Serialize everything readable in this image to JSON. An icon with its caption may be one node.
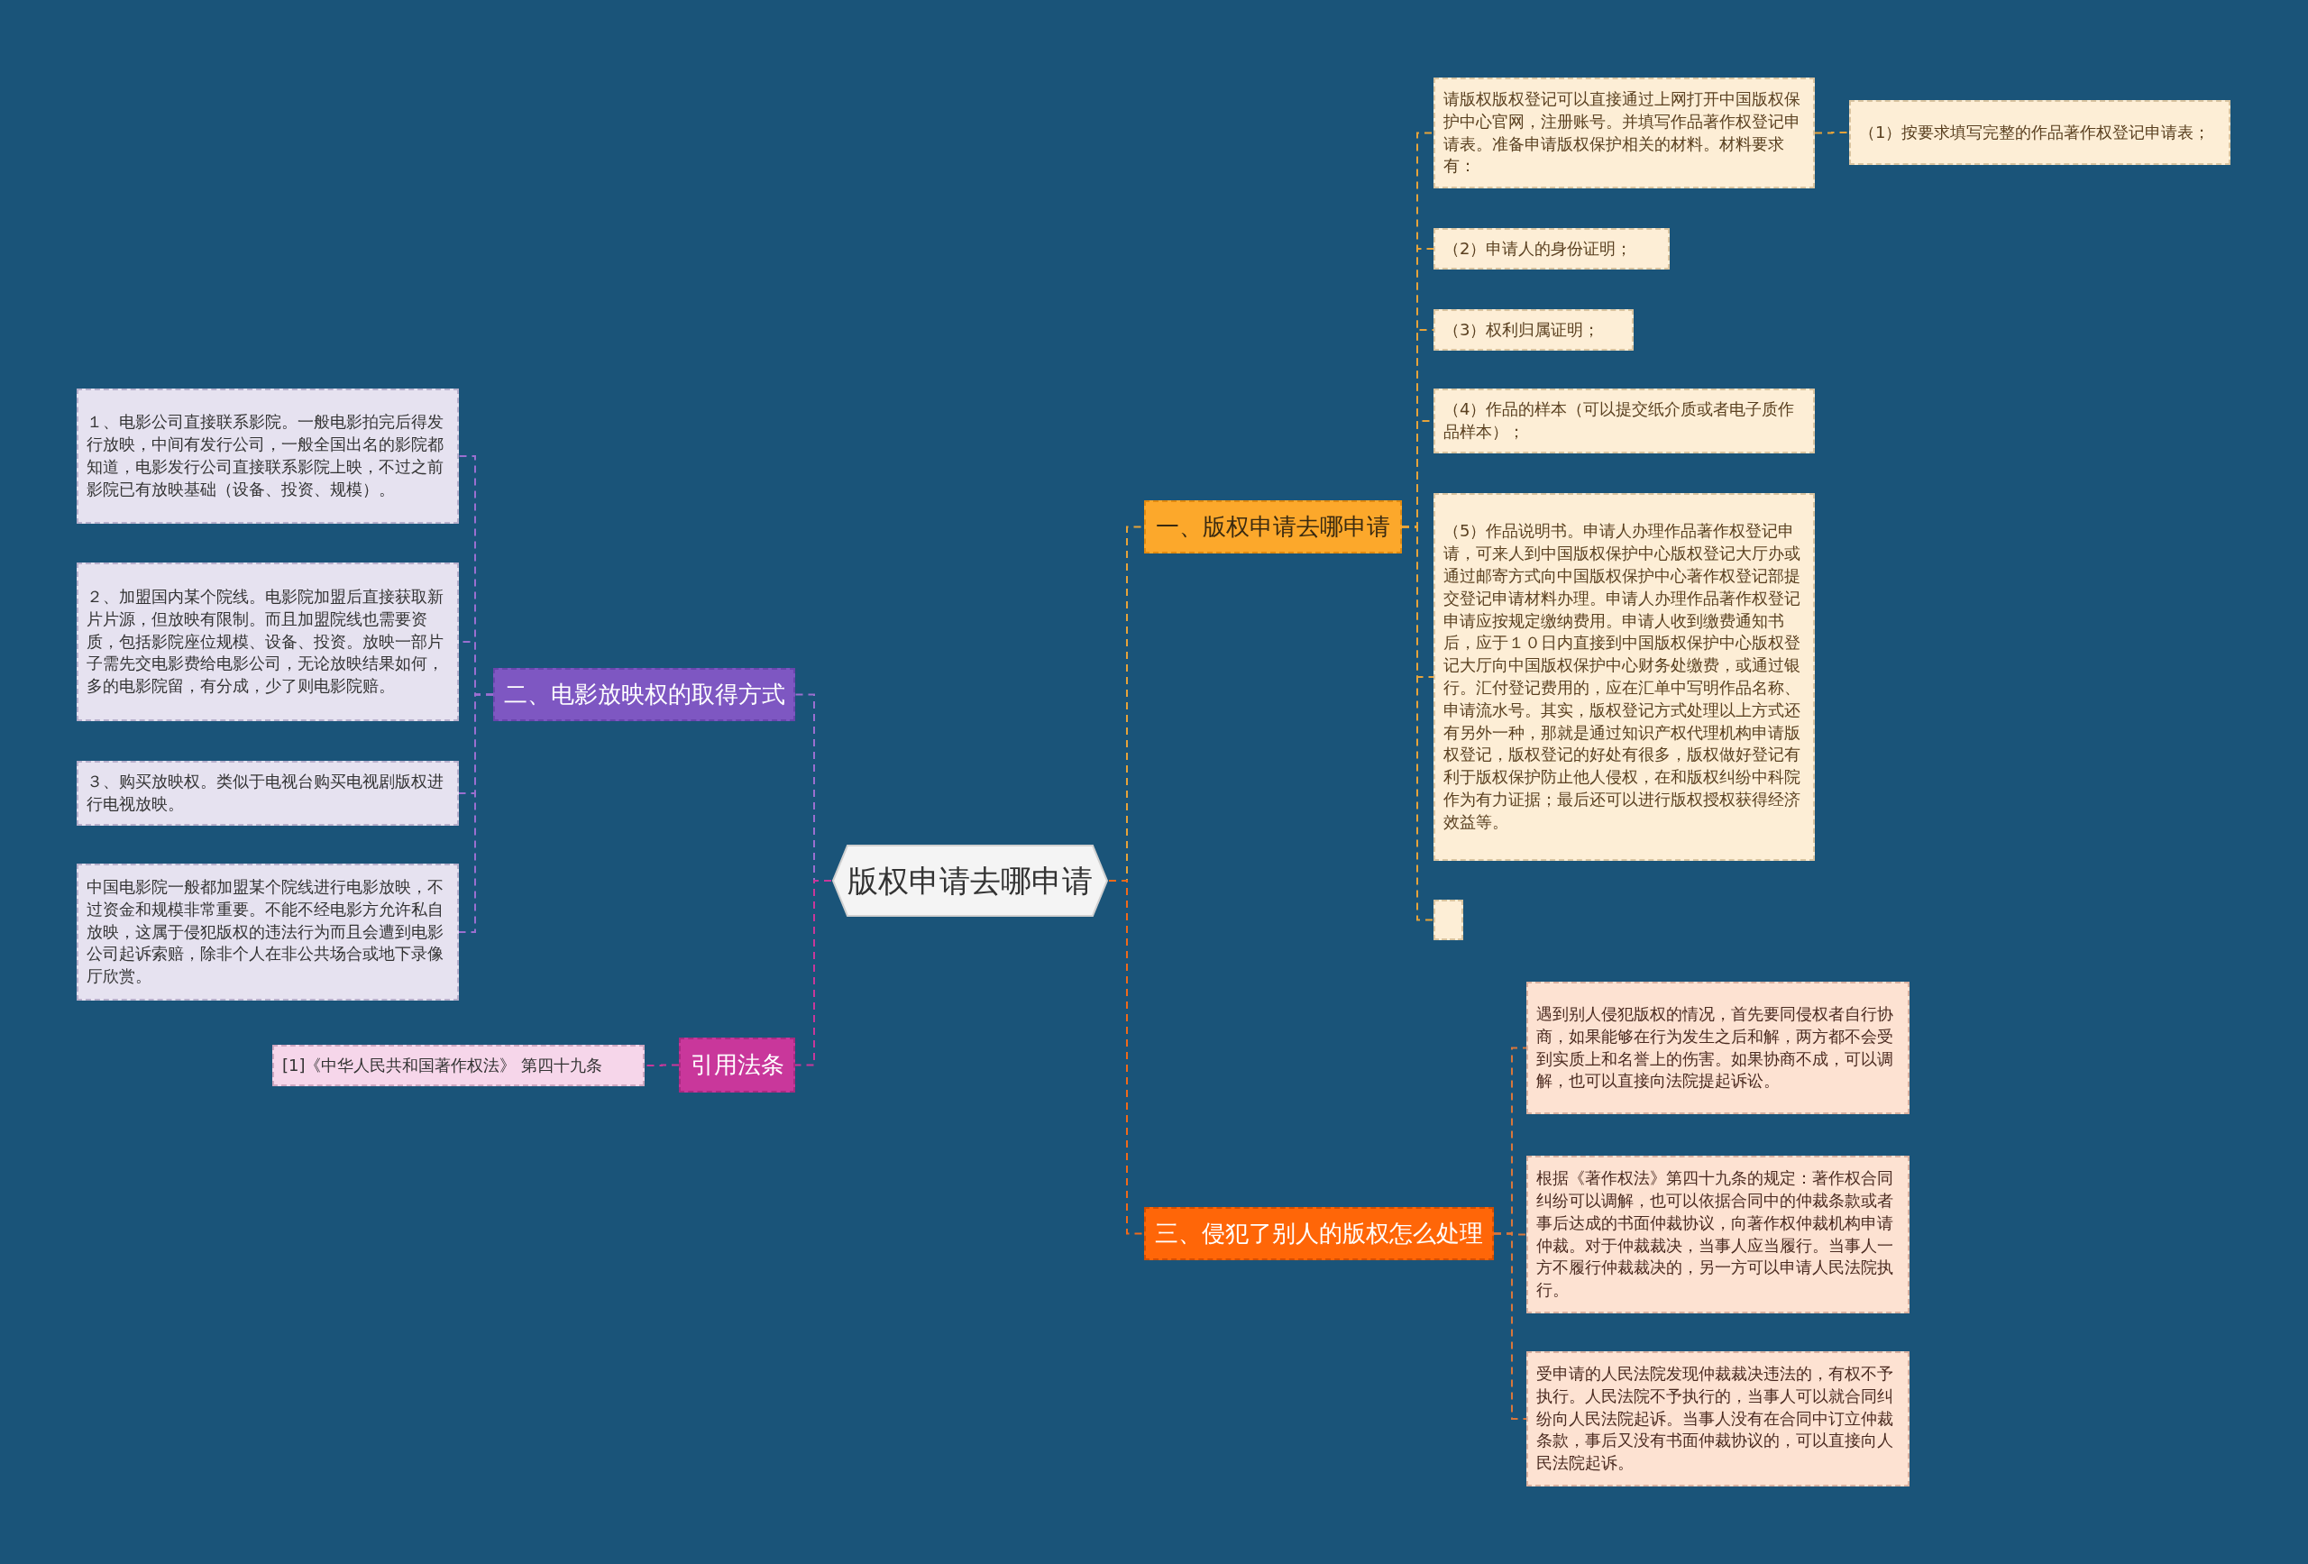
{
  "diagram": {
    "nodes": [
      {
        "text": [
          "版权申请去哪申请"
        ]
      },
      {
        "text": [
          "一、版权申请去哪申请"
        ]
      },
      {
        "text": [
          "请版权版权登记可以直接通过上网打开中国版权保护中心官网，注册账号。并填写作品著作权登记申请表。准备申请版权保护相关的材料。材料要求有："
        ]
      },
      {
        "text": [
          "（1）按要求填写完整的作品著作权登记申请表；"
        ]
      },
      {
        "text": [
          "（2）申请人的身份证明；"
        ]
      },
      {
        "text": [
          "（3）权利归属证明；"
        ]
      },
      {
        "text": [
          "（4）作品的样本（可以提交纸介质或者电子质作品样本）；"
        ]
      },
      {
        "text": [
          "（5）作品说明书。申请人办理作品著作权登记申请，可来人到中国版权保护中心版权登记大厅办或通过邮寄方式向中国版权保护中心著作权登记部提交登记申请材料办理。申请人办理作品著作权登记申请应按规定缴纳费用。申请人收到缴费通知书后，应于１０日内直接到中国版权保护中心版权登记大厅向中国版权保护中心财务处缴费，或通过银行。汇付登记费用的，应在汇单中写明作品名称、申请流水号。其实，版权登记方式处理以上方式还有另外一种，那就是通过知识产权代理机构申请版权登记，版权登记的好处有很多，版权做好登记有利于版权保护防止他人侵权，在和版权纠纷中科院作为有力证据；最后还可以进行版权授权获得经济效益等。"
        ]
      },
      {
        "text": [],
        "shape": "box"
      },
      {
        "text": [
          "三、侵犯了别人的版权怎么处理"
        ]
      },
      {
        "text": [
          "遇到别人侵犯版权的情况，首先要同侵权者自行协商，如果能够在行为发生之后和解，两方都不会受到实质上和名誉上的伤害。如果协商不成，可以调解，也可以直接向法院提起诉讼。"
        ]
      },
      {
        "text": [
          "根据《著作权法》第四十九条的规定：著作权合同纠纷可以调解，也可以依据合同中的仲裁条款或者事后达成的书面仲裁协议，向著作权仲裁机构申请仲裁。对于仲裁裁决，当事人应当履行。当事人一方不履行仲裁裁决的，另一方可以申请人民法院执行。"
        ]
      },
      {
        "text": [
          "受申请的人民法院发现仲裁裁决违法的，有权不予执行。人民法院不予执行的，当事人可以就合同纠纷向人民法院起诉。当事人没有在合同中订立仲裁条款，事后又没有书面仲裁协议的，可以直接向人民法院起诉。"
        ]
      },
      {
        "text": [
          "二、电影放映权的取得方式"
        ]
      },
      {
        "text": [
          "１、电影公司直接联系影院。一般电影拍完后得发行放映，中间有发行公司，一般全国出名的影院都知道，电影发行公司直接联系影院上映，不过之前影院已有放映基础（设备、投资、规模）。"
        ]
      },
      {
        "text": [
          "２、加盟国内某个院线。电影院加盟后直接获取新片片源，但放映有限制。而且加盟院线也需要资质，包括影院座位规模、设备、投资。放映一部片子需先交电影费给电影公司，无论放映结果如何，多的电影院留，有分成，少了则电影院赔。"
        ]
      },
      {
        "text": [
          "３、购买放映权。类似于电视台购买电视剧版权进行电视放映。"
        ]
      },
      {
        "text": [
          "中国电影院一般都加盟某个院线进行电影放映，不过资金和规模非常重要。不能不经电影方允许私自放映，这属于侵犯版权的违法行为而且会遭到电影公司起诉索赔，除非个人在非公共场合或地下录像厅欣赏。"
        ]
      },
      {
        "text": [
          "引用法条"
        ]
      },
      {
        "text": [
          "[1]《中华人民共和国著作权法》 第四十九条"
        ]
      }
    ],
    "edges": [
      {
        "from": 0,
        "to": 1,
        "arrow": "none",
        "style": "dashed"
      },
      {
        "from": 0,
        "to": 9,
        "arrow": "none",
        "style": "dashed",
        "color": "#f06a1a"
      },
      {
        "from": 0,
        "to": 13,
        "arrow": "none",
        "style": "dashed",
        "color": "#9b6fd0"
      },
      {
        "from": 0,
        "to": 18,
        "arrow": "none",
        "style": "dashed",
        "color": "#c9379b"
      },
      {
        "from": 1,
        "to": 2,
        "arrow": "none",
        "style": "dashed"
      },
      {
        "from": 2,
        "to": 3,
        "arrow": "none",
        "style": "dashed"
      },
      {
        "from": 1,
        "to": 4,
        "arrow": "none",
        "style": "dashed"
      },
      {
        "from": 1,
        "to": 5,
        "arrow": "none",
        "style": "dashed"
      },
      {
        "from": 1,
        "to": 6,
        "arrow": "none",
        "style": "dashed"
      },
      {
        "from": 1,
        "to": 7,
        "arrow": "none",
        "style": "dashed"
      },
      {
        "from": 1,
        "to": 8,
        "arrow": "none",
        "style": "dashed"
      },
      {
        "from": 9,
        "to": 10,
        "arrow": "none",
        "style": "dashed",
        "color": "#d9763a"
      },
      {
        "from": 9,
        "to": 11,
        "arrow": "none",
        "style": "dashed",
        "color": "#d9763a"
      },
      {
        "from": 9,
        "to": 12,
        "arrow": "none",
        "style": "dashed",
        "color": "#d9763a"
      },
      {
        "from": 13,
        "to": 14,
        "arrow": "none",
        "style": "dashed",
        "color": "#9b6fd0"
      },
      {
        "from": 13,
        "to": 15,
        "arrow": "none",
        "style": "dashed",
        "color": "#9b6fd0"
      },
      {
        "from": 13,
        "to": 16,
        "arrow": "none",
        "style": "dashed",
        "color": "#9b6fd0"
      },
      {
        "from": 13,
        "to": 17,
        "arrow": "none",
        "style": "dashed",
        "color": "#9b6fd0"
      },
      {
        "from": 18,
        "to": 19,
        "arrow": "none",
        "style": "dashed",
        "color": "#c9379b"
      }
    ]
  }
}
